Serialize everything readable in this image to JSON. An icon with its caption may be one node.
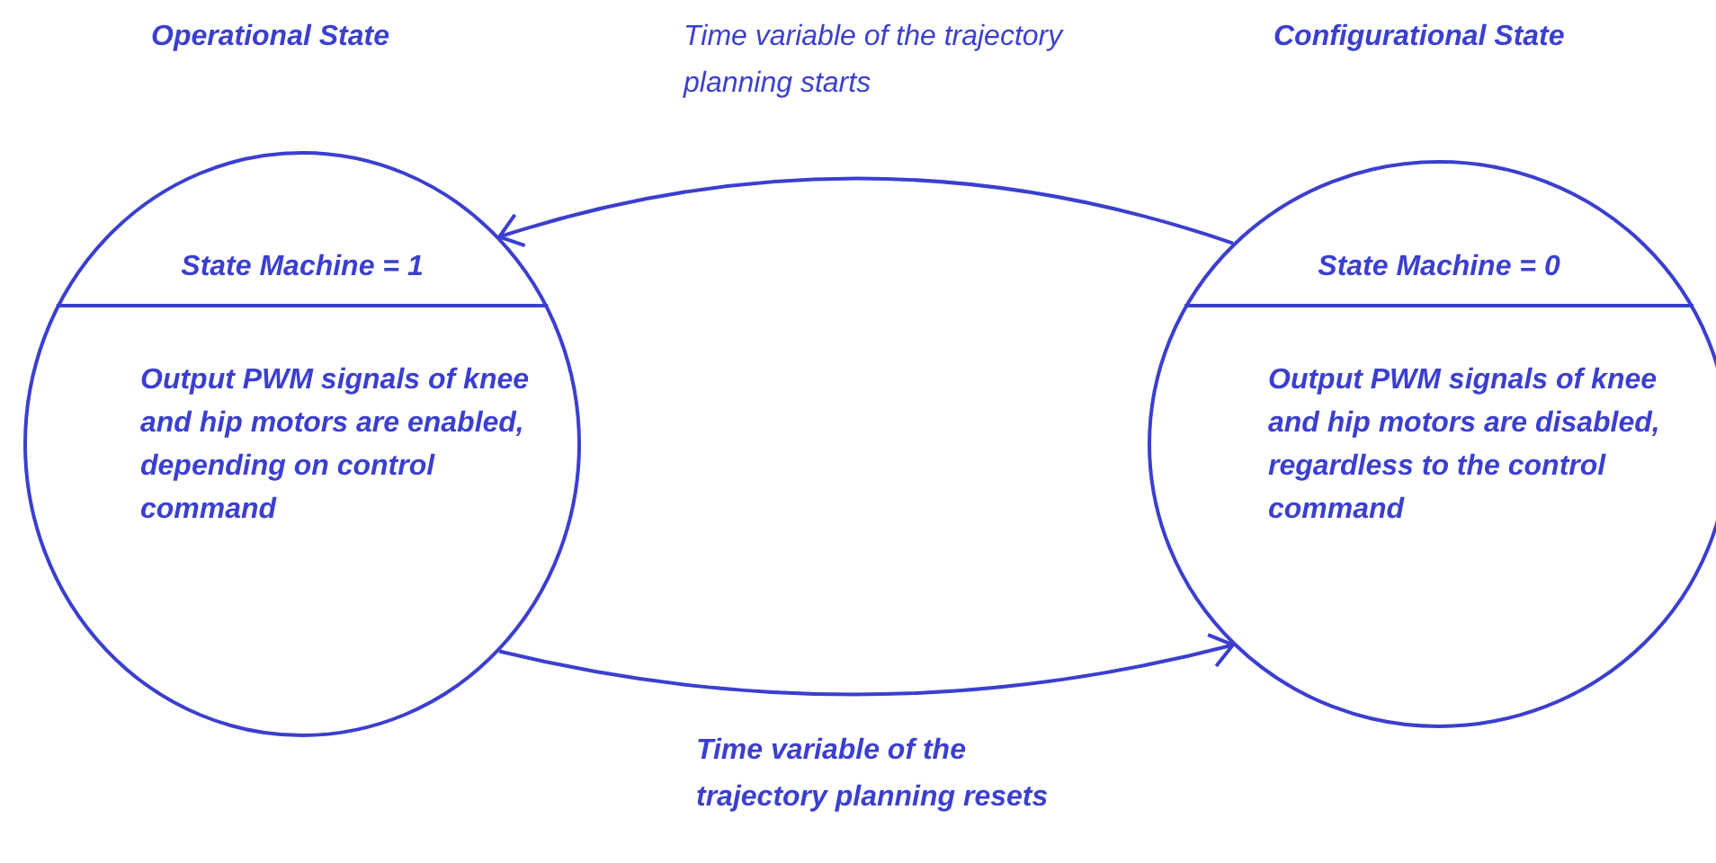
{
  "diagram": {
    "nodes": [
      {
        "text": [
          "State Machine = 1",
          "Output PWM signals of knee and hip motors are enabled, depending on control command"
        ],
        "beside": [
          "Operational State"
        ]
      },
      {
        "text": [
          "State Machine = 0",
          "Output PWM signals of knee and hip motors are disabled, regardless to the control command"
        ],
        "beside": [
          "Configurational State"
        ]
      }
    ],
    "edges": [
      {
        "from": 1,
        "to": 0,
        "arrow": "to",
        "label": "Time variable of the trajectory planning starts"
      },
      {
        "from": 0,
        "to": 1,
        "arrow": "to",
        "label": "Time variable of the trajectory planning resets"
      }
    ]
  }
}
